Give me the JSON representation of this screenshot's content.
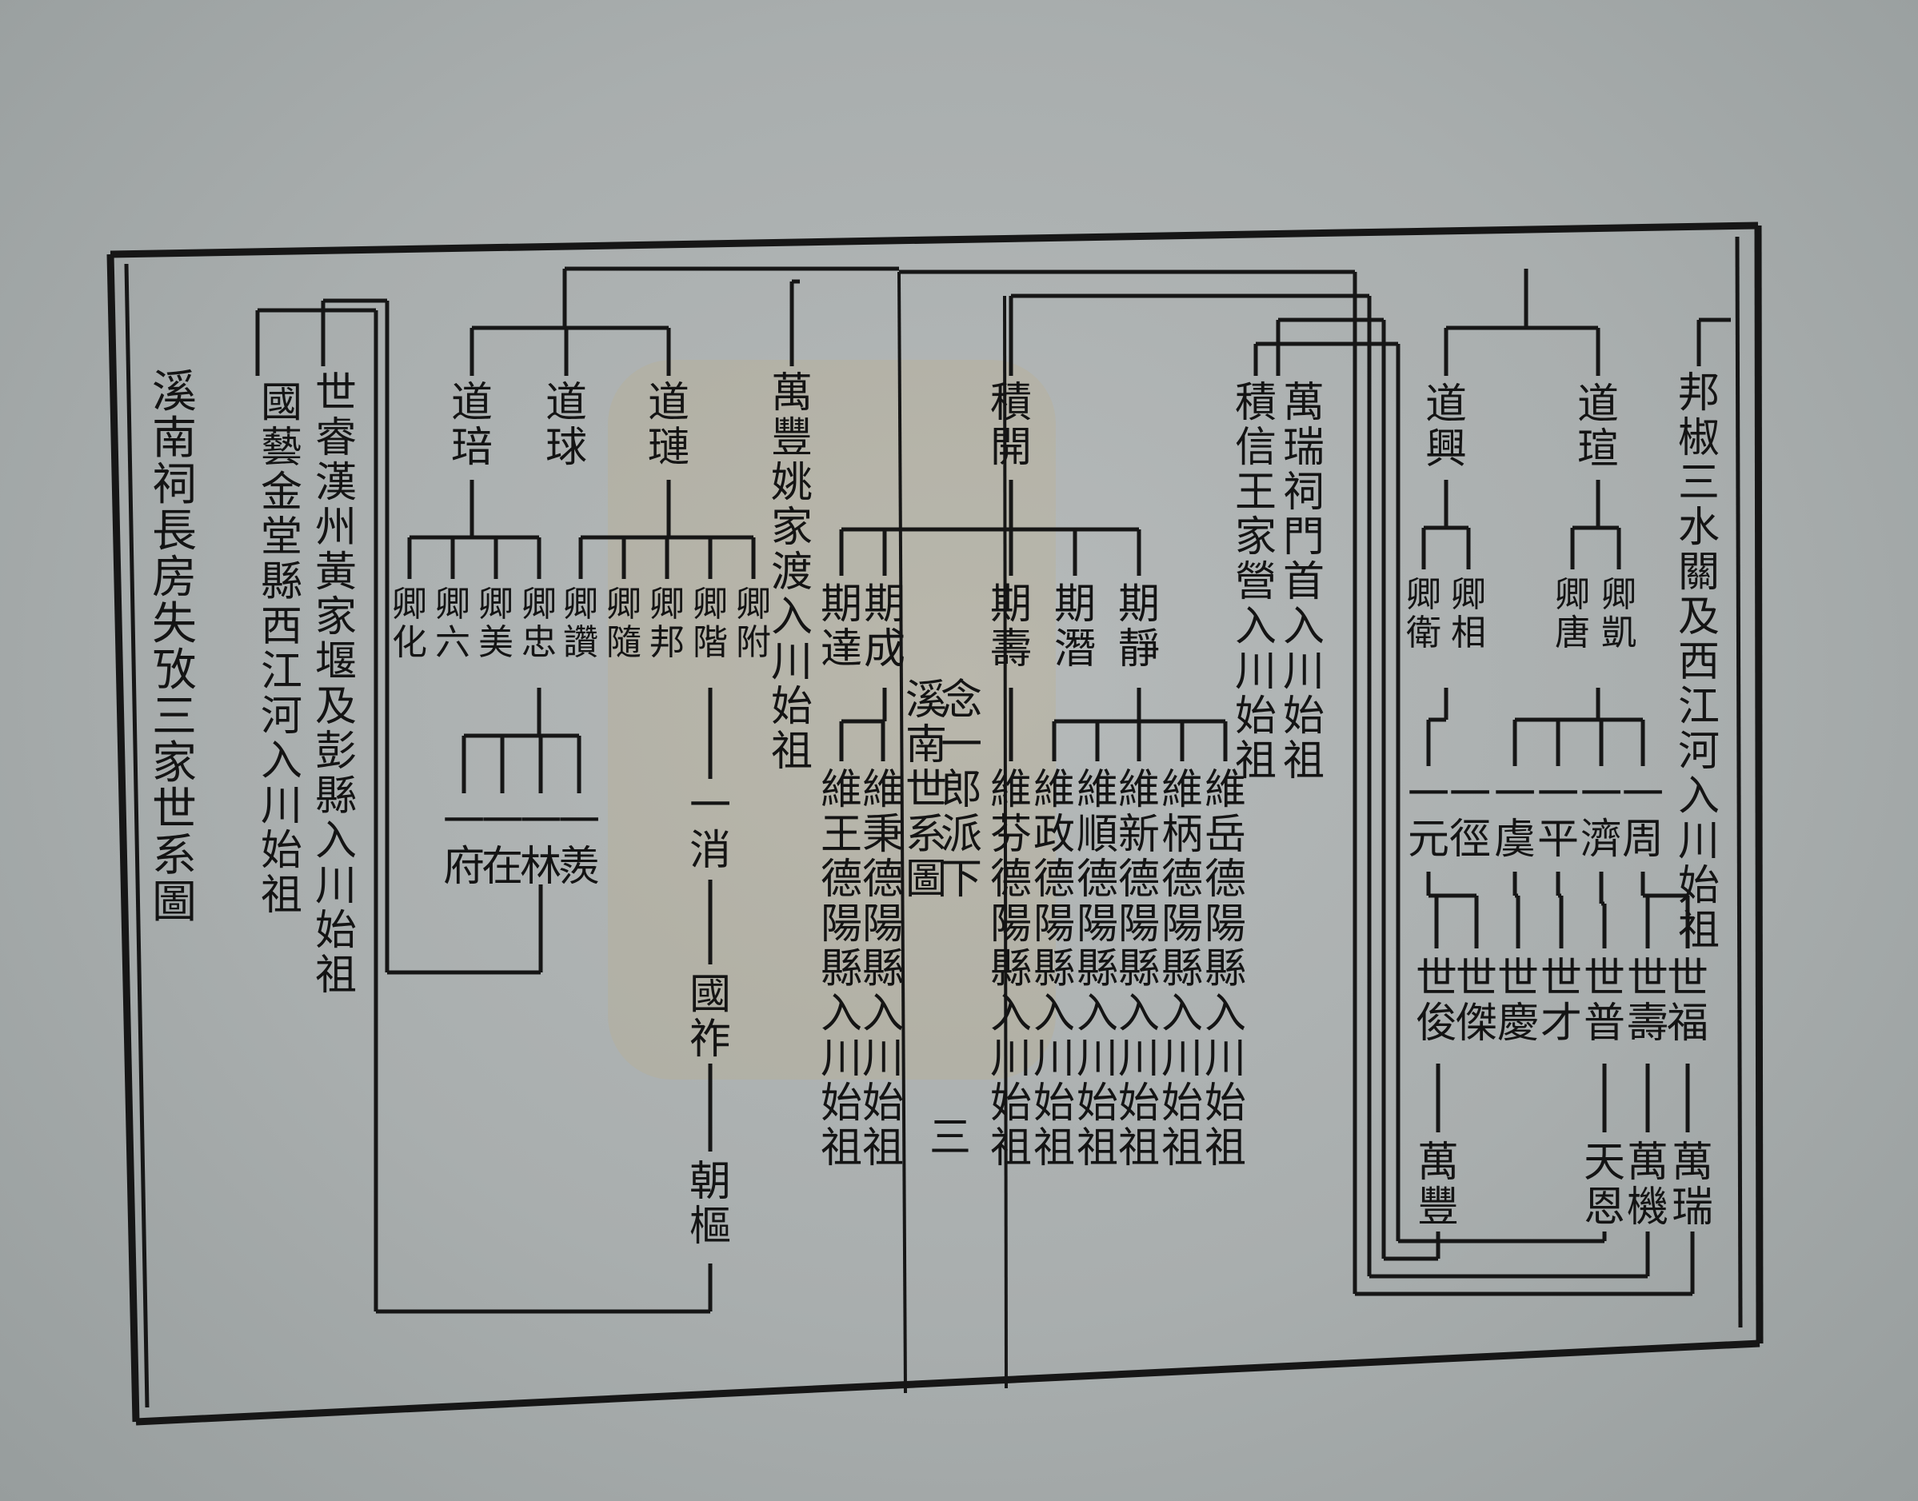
{
  "title": "溪南祠長房失攷三家世系圖",
  "center_title": "念一郎派下",
  "center_subtitle": "溪南世系圖",
  "page_number": "三",
  "names": {
    "bangjiao": "邦椒三水關及西江河入川始祖",
    "daoxuan": "道瑄",
    "daoxing": "道興",
    "qingkai": "卿凱",
    "qingtang": "卿唐",
    "qingxiang": "卿相",
    "qingwei": "卿衛",
    "zhou": "一周",
    "ji": "一濟",
    "ping": "一平",
    "yu": "一虞",
    "jing": "一徑",
    "yuan": "一元",
    "shifu": "世福",
    "shishou": "世壽",
    "shipu": "世普",
    "shicai": "世才",
    "shiqing": "世慶",
    "shijie": "世傑",
    "shijun": "世俊",
    "wanrui2": "萬瑞",
    "wanji": "萬機",
    "tianen": "天恩",
    "wanfeng2": "萬豐",
    "wanrui": "萬瑞祠門首入川始祖",
    "jixin": "積信王家營入川始祖",
    "jikai": "積開",
    "qijing": "期靜",
    "qiqian": "期潛",
    "qishou": "期壽",
    "qicheng": "期成",
    "qida": "期達",
    "weiyue": "維岳德陽縣入川始祖",
    "weibing": "維柄德陽縣入川始祖",
    "weixin": "維新德陽縣入川始祖",
    "weishun": "維順德陽縣入川始祖",
    "weizheng": "維政德陽縣入川始祖",
    "weifen": "維芬德陽縣入川始祖",
    "weibing2": "維秉德陽縣入川始祖",
    "weiwang": "維王德陽縣入川始祖",
    "wanfeng": "萬豐姚家渡入川始祖",
    "daolian": "道璉",
    "daoqiu": "道球",
    "daopei": "道琣",
    "qingfu": "卿附",
    "qingjie": "卿階",
    "qingbang": "卿邦",
    "qingsui": "卿隨",
    "qingzan": "卿讚",
    "qingzhong": "卿忠",
    "qingmei": "卿美",
    "qingliu": "卿六",
    "qinghua": "卿化",
    "xiao": "一消",
    "guozuo": "國祚",
    "chaoshu": "朝樞",
    "xian": "一羨",
    "lin": "一林",
    "zai": "一在",
    "fu": "一府",
    "shirui": "世睿漢州黃家堰及彭縣入川始祖",
    "guoyi": "國藝金堂縣西江河入川始祖"
  }
}
